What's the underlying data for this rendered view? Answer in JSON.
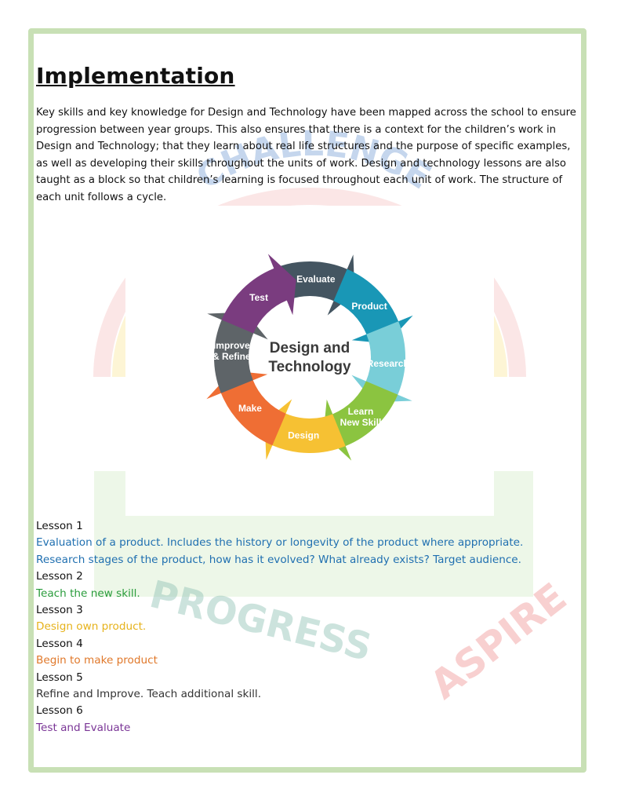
{
  "page": {
    "title": "Implementation",
    "intro": "Key skills and key knowledge for Design and Technology have been mapped across the school to ensure progression between year groups. This also ensures that there is a context for the children’s work in Design and Technology; that they learn about real life structures and the purpose of specific examples, as well as developing their skills throughout the units of work. Design and technology lessons are also taught as a block so that children’s learning is focused throughout each unit of work. The structure of each unit follows a cycle."
  },
  "watermark": {
    "words": [
      "CHALLENGE",
      "PROGRESS",
      "ASPIRE"
    ],
    "colors": {
      "challenge": "#7fa6d8",
      "progress": "#8fc2b5",
      "aspire": "#f2a3a3"
    }
  },
  "diagram": {
    "center_line1": "Design and",
    "center_line2": "Technology",
    "segments": [
      {
        "label": "Evaluate",
        "color": "#445561"
      },
      {
        "label": "Product",
        "color": "#1997b6"
      },
      {
        "label": "Research",
        "color": "#79ced8"
      },
      {
        "label": "Learn",
        "label2": "New Skill",
        "color": "#8bc440"
      },
      {
        "label": "Design",
        "color": "#f6c133"
      },
      {
        "label": "Make",
        "color": "#ef6e34"
      },
      {
        "label": "Improve",
        "label2": "& Refine",
        "color": "#5e6468"
      },
      {
        "label": "Test",
        "color": "#7a3c7f"
      }
    ]
  },
  "lessons": [
    {
      "title": "Lesson 1",
      "lines": [
        {
          "text": "Evaluation of a product. Includes the history or longevity of the product where appropriate.",
          "color": "#1f6fb0"
        },
        {
          "text": "Research stages of the product, how has it evolved? What already exists? Target audience.",
          "color": "#1f6fb0"
        }
      ]
    },
    {
      "title": "Lesson 2",
      "lines": [
        {
          "text": "Teach the new skill.",
          "color": "#2a9c3c"
        }
      ]
    },
    {
      "title": "Lesson 3",
      "lines": [
        {
          "text": "Design own product.",
          "color": "#e6b21a"
        }
      ]
    },
    {
      "title": "Lesson 4",
      "lines": [
        {
          "text": "Begin to make product",
          "color": "#e0782a"
        }
      ]
    },
    {
      "title": "Lesson 5",
      "lines": [
        {
          "text": "Refine and Improve. Teach additional skill.",
          "color": "#333333"
        }
      ]
    },
    {
      "title": "Lesson 6",
      "lines": [
        {
          "text": "Test and Evaluate",
          "color": "#7a3596"
        }
      ]
    }
  ]
}
